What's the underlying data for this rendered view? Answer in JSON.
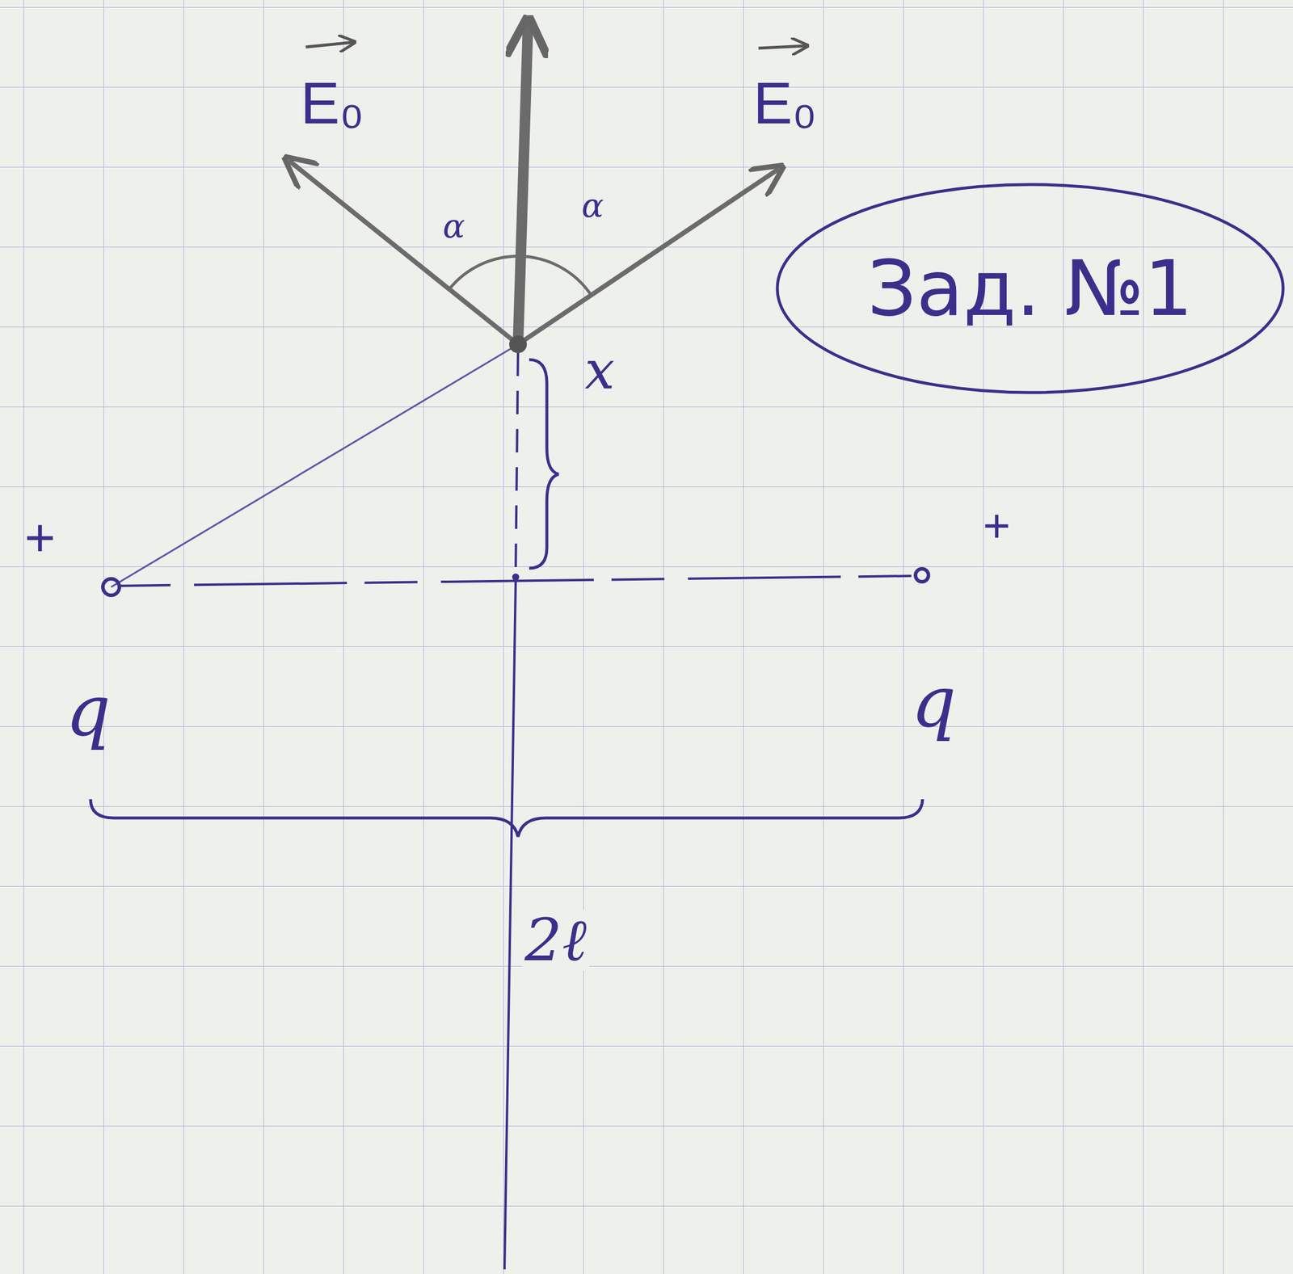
{
  "diagram": {
    "nodes": [
      {
        "text": [
          "Зад. №1"
        ]
      }
    ],
    "edges": [],
    "labels": [
      "E₀",
      "E₀",
      "α",
      "α",
      "x",
      "+",
      "+",
      "q",
      "q",
      "2ℓ"
    ]
  }
}
